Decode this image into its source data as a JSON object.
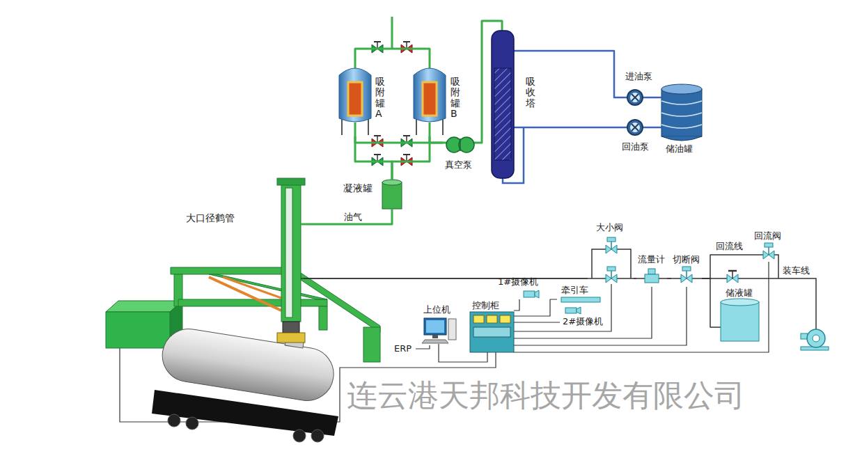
{
  "diagram": {
    "nodes": [
      {
        "text": [
          "吸附罐A"
        ]
      },
      {
        "text": [
          "吸附罐B"
        ]
      },
      {
        "text": [
          "真空泵"
        ]
      },
      {
        "text": [
          "凝液罐"
        ]
      },
      {
        "text": [
          "吸收塔"
        ]
      },
      {
        "text": [
          "进油泵"
        ]
      },
      {
        "text": [
          "储油罐"
        ]
      },
      {
        "text": [
          "回油泵"
        ]
      },
      {
        "text": [
          "大口径鹤管"
        ]
      },
      {
        "text": [
          "上位机"
        ]
      },
      {
        "text": [
          "控制柜"
        ]
      },
      {
        "text": [
          "1#摄像机"
        ]
      },
      {
        "text": [
          "牵引车"
        ]
      },
      {
        "text": [
          "2#摄像机"
        ]
      },
      {
        "text": [
          "大小阀"
        ]
      },
      {
        "text": [
          "流量计"
        ]
      },
      {
        "text": [
          "切断阀"
        ]
      },
      {
        "text": [
          "储液罐"
        ]
      },
      {
        "text": [
          "回流阀"
        ]
      }
    ],
    "edges": [
      {
        "from": 0,
        "to": 1,
        "arrow": "none"
      },
      {
        "from": 0,
        "to": 2,
        "arrow": "none"
      },
      {
        "from": 1,
        "to": 2,
        "arrow": "none"
      },
      {
        "from": 0,
        "to": 3,
        "arrow": "none"
      },
      {
        "from": 1,
        "to": 3,
        "arrow": "none"
      },
      {
        "from": 3,
        "to": 8,
        "label": "油气",
        "arrow": "none"
      },
      {
        "from": 2,
        "to": 4,
        "arrow": "none"
      },
      {
        "from": 4,
        "to": 5,
        "arrow": "none"
      },
      {
        "from": 5,
        "to": 6,
        "arrow": "none"
      },
      {
        "from": 6,
        "to": 7,
        "arrow": "none"
      },
      {
        "from": 7,
        "to": 4,
        "arrow": "none"
      },
      {
        "from": 8,
        "to": 14,
        "arrow": "none"
      },
      {
        "from": 14,
        "to": 15,
        "arrow": "none"
      },
      {
        "from": 15,
        "to": 16,
        "arrow": "none"
      },
      {
        "from": 16,
        "to": 18,
        "label": "回流线",
        "arrow": "none"
      },
      {
        "from": 16,
        "to": 17,
        "arrow": "none"
      },
      {
        "from": 9,
        "to": 10,
        "arrow": "none"
      },
      {
        "from": 10,
        "to": 11,
        "arrow": "none"
      },
      {
        "from": 10,
        "to": 12,
        "arrow": "none"
      },
      {
        "from": 10,
        "to": 13,
        "arrow": "none"
      },
      {
        "from": 10,
        "to": 14,
        "arrow": "none"
      },
      {
        "from": 10,
        "to": 15,
        "arrow": "none"
      },
      {
        "from": 10,
        "to": 16,
        "arrow": "none"
      },
      {
        "from": 10,
        "to": 18,
        "arrow": "none"
      }
    ],
    "labels": [
      "ERP",
      "装车线",
      "连云港天邦科技开发有限公司"
    ]
  }
}
